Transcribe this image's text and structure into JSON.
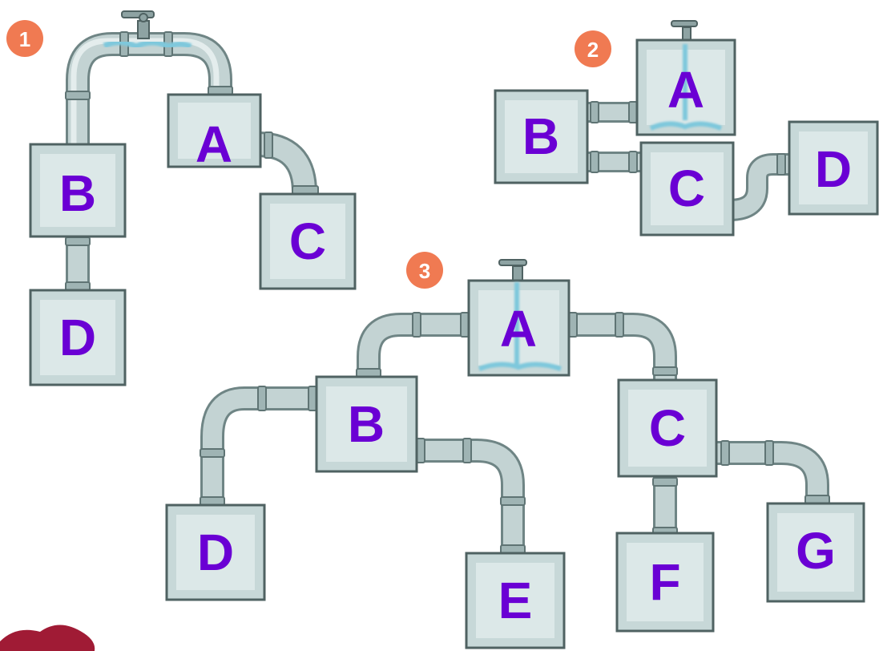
{
  "colors": {
    "label": "#6a00d4",
    "badge": "#f07a52",
    "pipe_dark": "#6f8585",
    "pipe_mid": "#b8caca",
    "pipe_light": "#dfe9e9",
    "box_fill": "#c7d8d8",
    "box_inner": "#dce8e8",
    "water": "#7ec8dc"
  },
  "puzzles": [
    {
      "number": "1",
      "boxes": {
        "A": "A",
        "B": "B",
        "C": "C",
        "D": "D"
      }
    },
    {
      "number": "2",
      "boxes": {
        "A": "A",
        "B": "B",
        "C": "C",
        "D": "D"
      }
    },
    {
      "number": "3",
      "boxes": {
        "A": "A",
        "B": "B",
        "C": "C",
        "D": "D",
        "E": "E",
        "F": "F",
        "G": "G"
      }
    }
  ],
  "icons": [
    "faucet-icon",
    "water-splash-icon",
    "pipe-elbow-icon",
    "pipe-connector-icon"
  ]
}
